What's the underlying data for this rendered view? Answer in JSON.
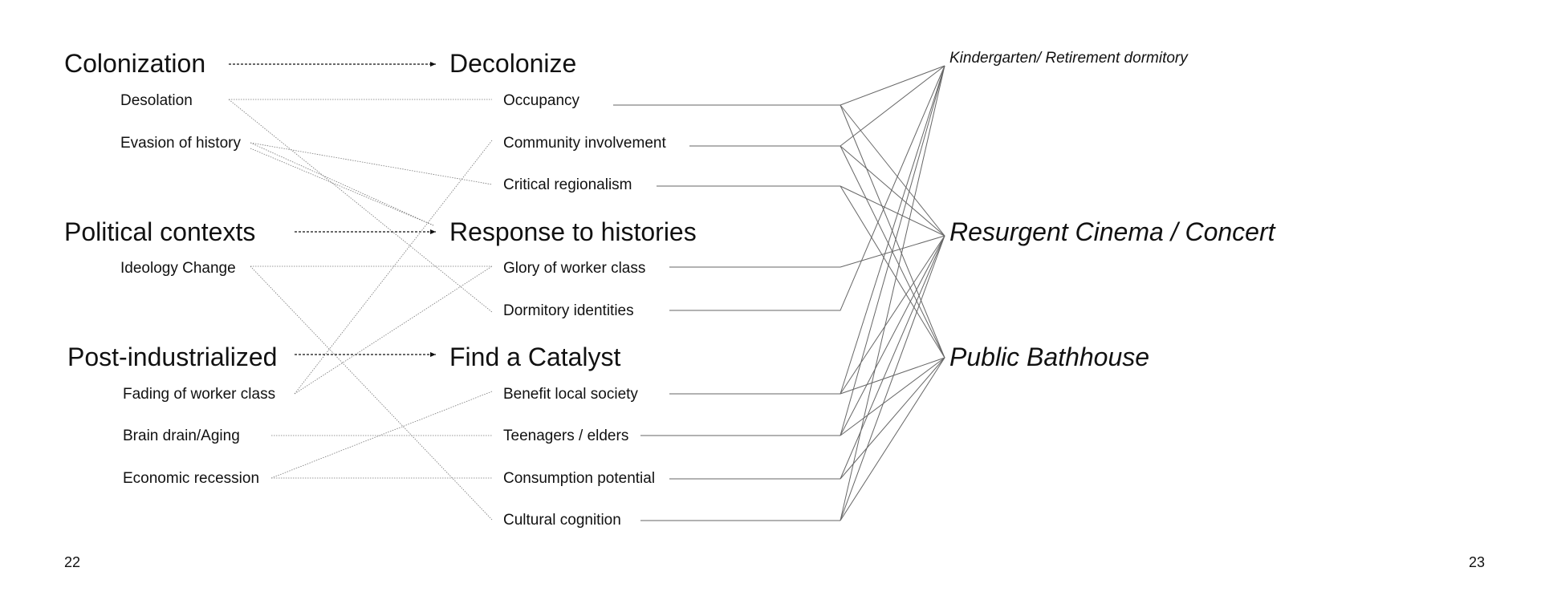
{
  "problems": {
    "colonization": {
      "title": "Colonization",
      "items": [
        "Desolation",
        "Evasion of history"
      ]
    },
    "political": {
      "title": "Political contexts",
      "items": [
        "Ideology Change"
      ]
    },
    "post_industrial": {
      "title": "Post-industrialized",
      "items": [
        "Fading of worker class",
        "Brain drain/Aging",
        "Economic recession"
      ]
    }
  },
  "strategies": {
    "decolonize": {
      "title": "Decolonize",
      "items": [
        "Occupancy",
        "Community involvement",
        "Critical regionalism"
      ]
    },
    "response": {
      "title": "Response to histories",
      "items": [
        "Glory of worker class",
        "Dormitory identities"
      ]
    },
    "catalyst": {
      "title": "Find a Catalyst",
      "items": [
        "Benefit local society",
        "Teenagers / elders",
        "Consumption potential",
        "Cultural cognition"
      ]
    }
  },
  "programs": {
    "kindergarten": "Kindergarten/ Retirement dormitory",
    "cinema": "Resurgent Cinema / Concert",
    "bathhouse": "Public Bathhouse"
  },
  "page_numbers": {
    "left": "22",
    "right": "23"
  },
  "colors": {
    "line": "#666666",
    "text": "#111111"
  }
}
